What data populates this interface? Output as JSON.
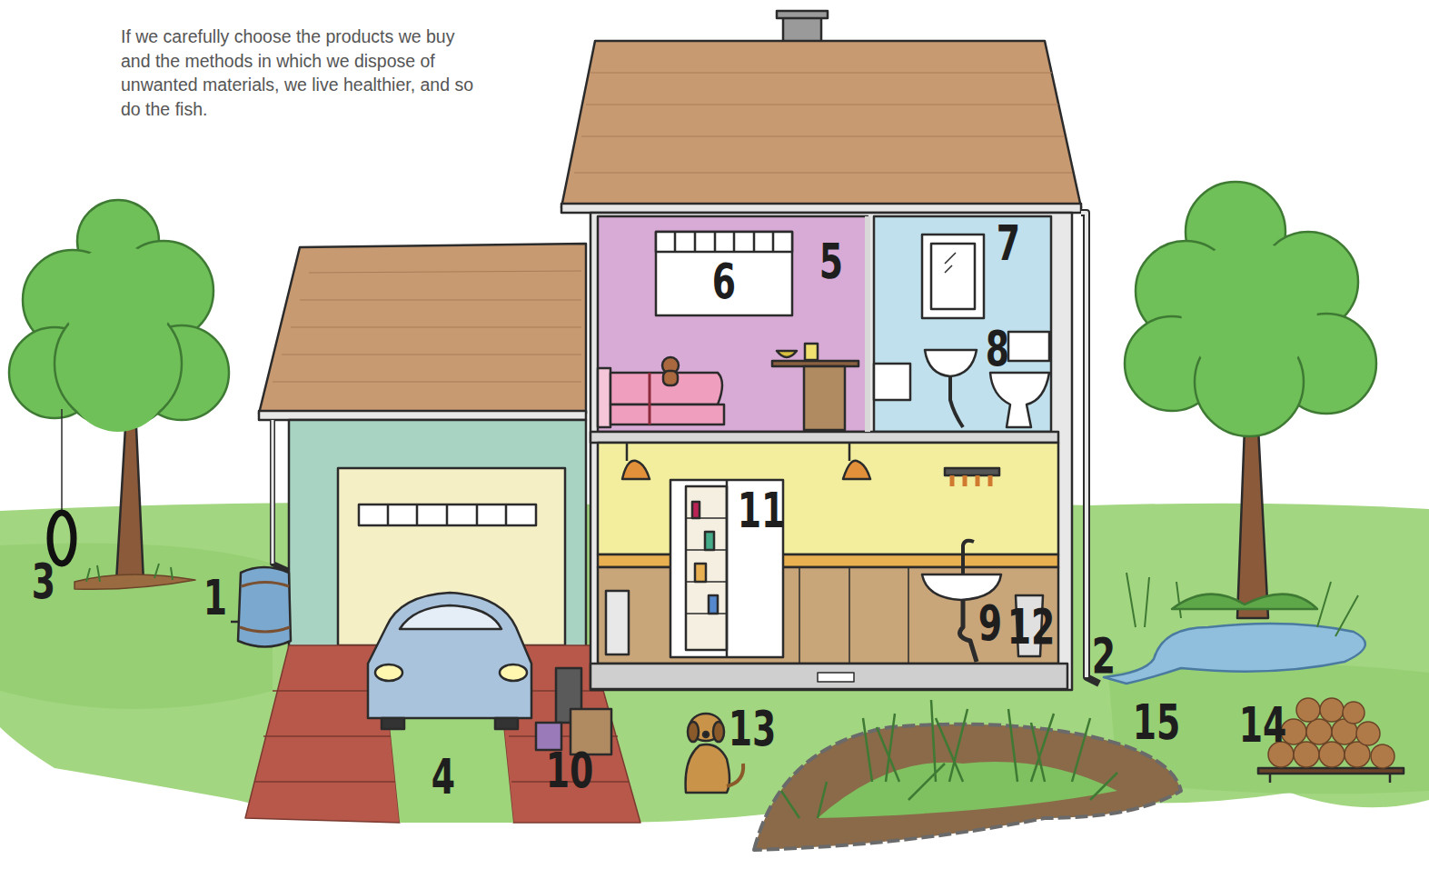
{
  "diagram": {
    "labels": [
      "If we carefully choose the products we buy and the methods in which we dispose of unwanted materials, we live healthier, and so do the fish.",
      "7",
      "5",
      "6",
      "8",
      "11",
      "3",
      "1",
      "9",
      "12",
      "2",
      "15",
      "14",
      "13",
      "10",
      "4"
    ]
  }
}
